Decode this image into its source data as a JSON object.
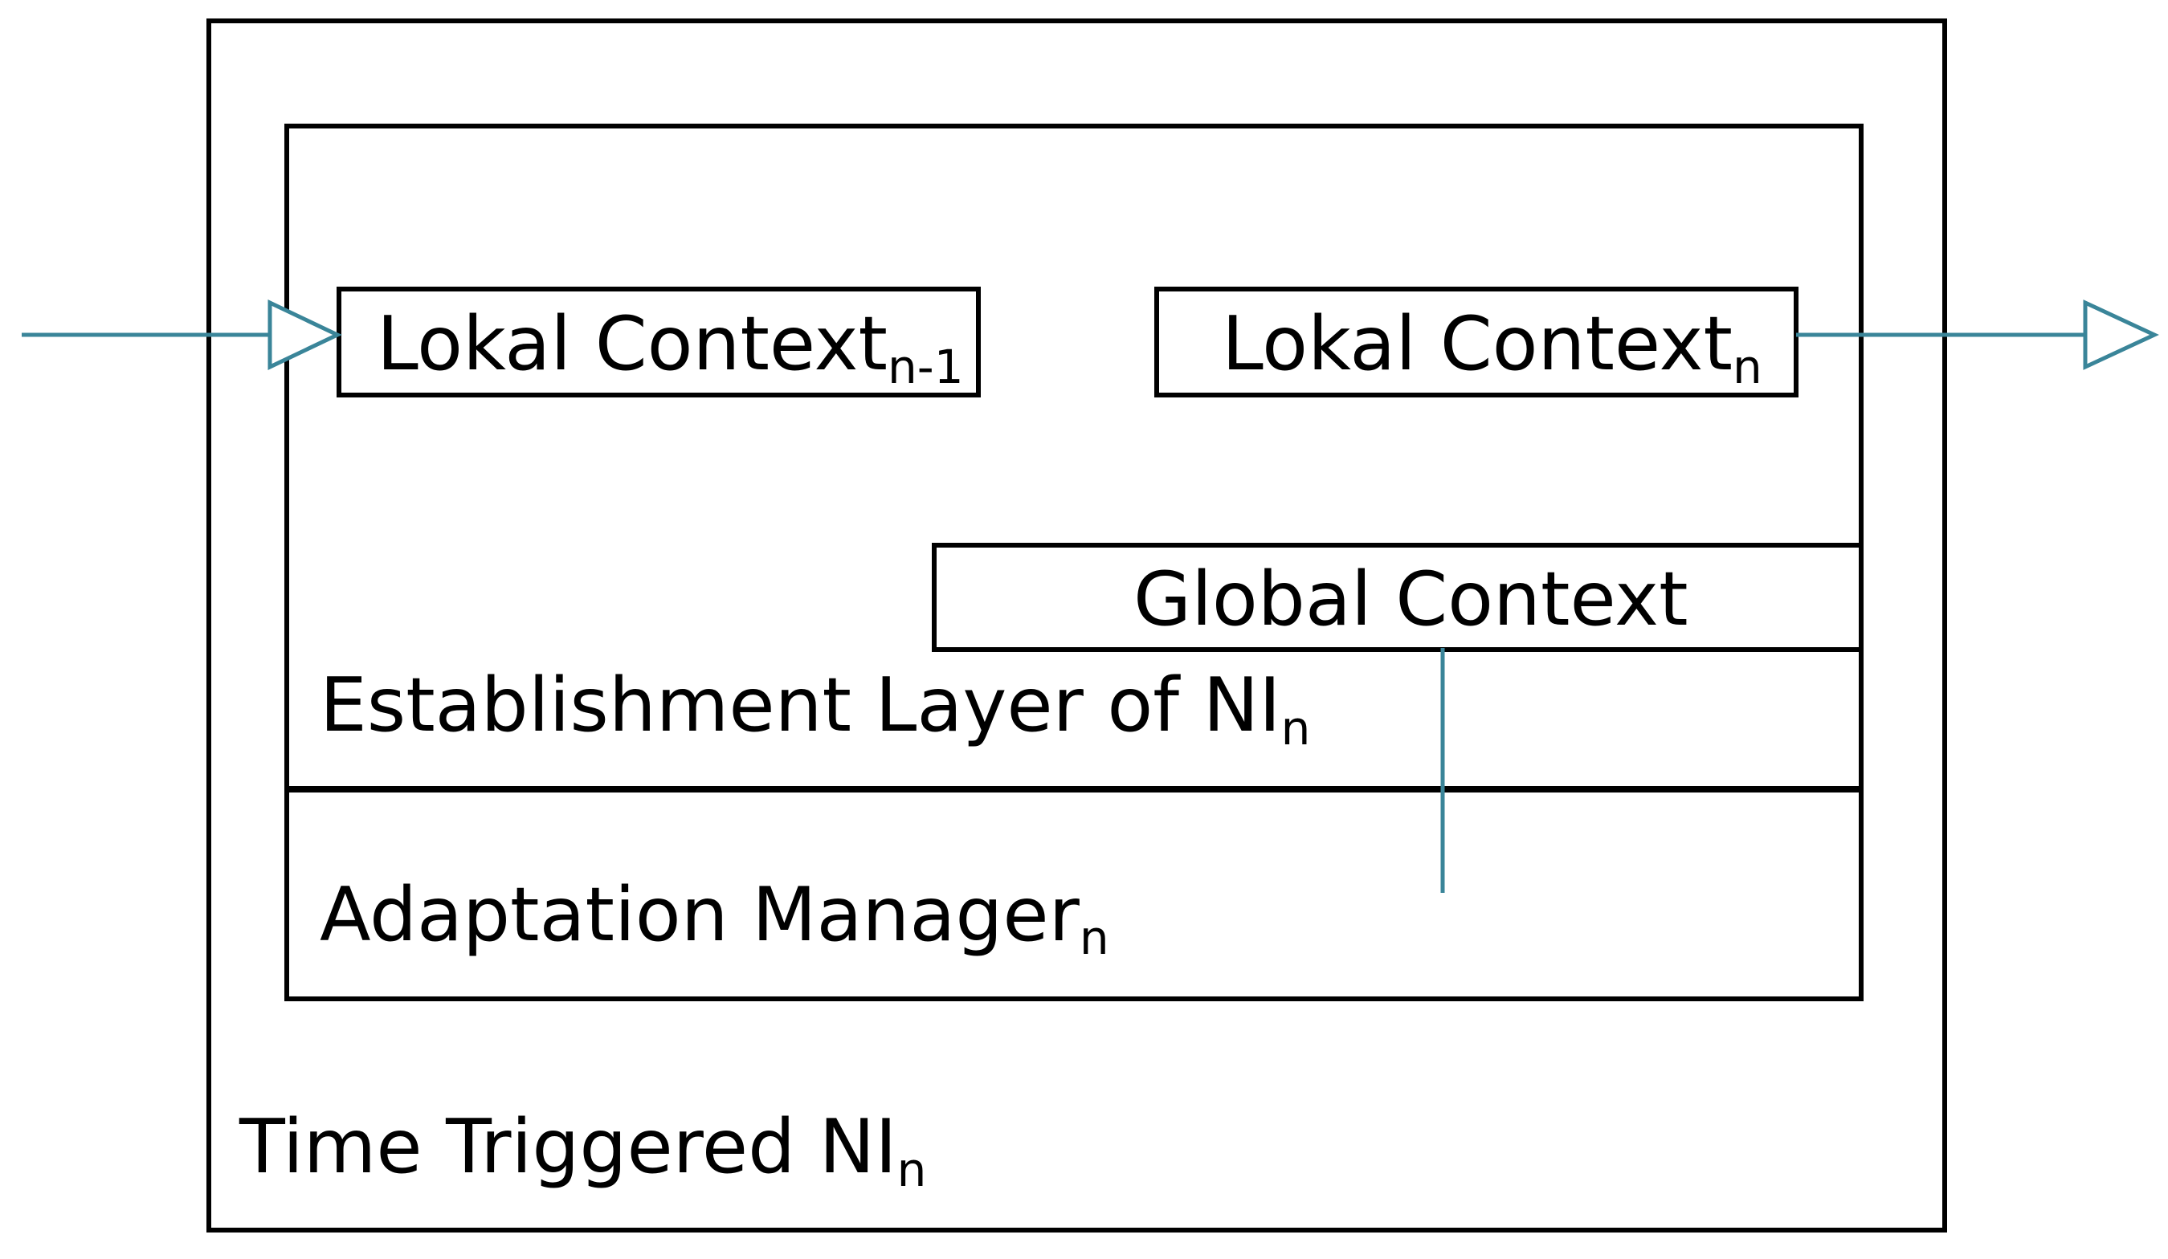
{
  "outer": {
    "label_main": "Time Triggered NI",
    "label_sub": "n"
  },
  "establishment_layer": {
    "label_main": "Establishment Layer of NI",
    "label_sub": "n"
  },
  "adaptation_manager": {
    "label_main": "Adaptation Manager",
    "label_sub": "n"
  },
  "local_context_prev": {
    "label_main": "Lokal Context",
    "label_sub": "n-1"
  },
  "local_context_curr": {
    "label_main": "Lokal Context",
    "label_sub": "n"
  },
  "global_context": {
    "label": "Global Context"
  },
  "colors": {
    "connector": "#3a8599",
    "stroke": "#000000"
  }
}
